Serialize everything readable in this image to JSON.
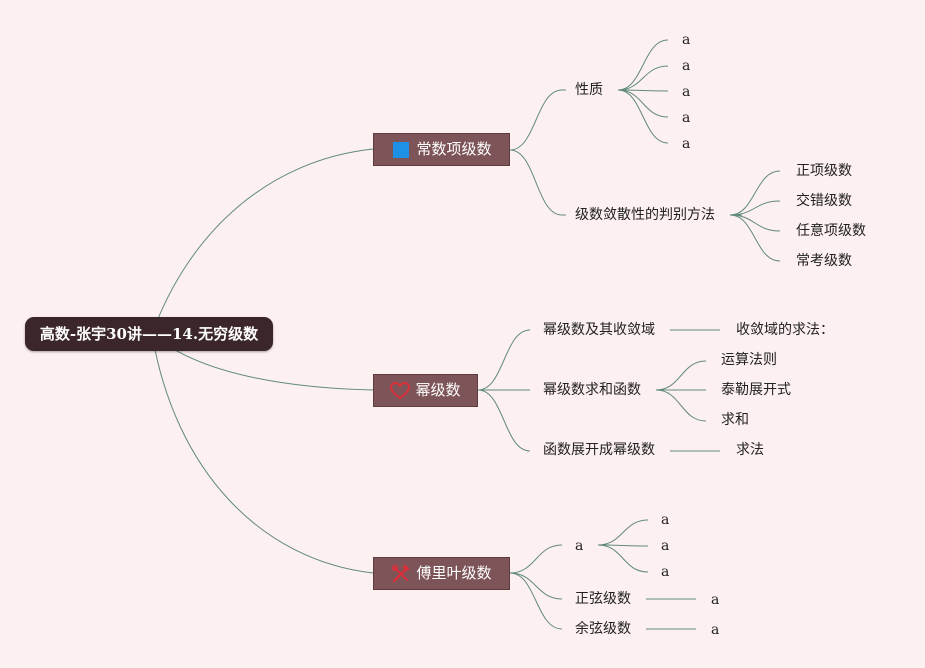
{
  "root": {
    "label": "高数-张宇30讲——14.无穷级数"
  },
  "branches": [
    {
      "label": "常数项级数",
      "icon": "blue-square-icon",
      "children": [
        {
          "label": "性质",
          "children": [
            "a",
            "a",
            "a",
            "a",
            "a"
          ]
        },
        {
          "label": "级数敛散性的判别方法",
          "children": [
            "正项级数",
            "交错级数",
            "任意项级数",
            "常考级数"
          ]
        }
      ]
    },
    {
      "label": "幂级数",
      "icon": "heart-outline-icon",
      "children": [
        {
          "label": "幂级数及其收敛域",
          "children": [
            "收敛域的求法："
          ]
        },
        {
          "label": "幂级数求和函数",
          "children": [
            "运算法则",
            "泰勒展开式",
            "求和"
          ]
        },
        {
          "label": "函数展开成幂级数",
          "children": [
            "求法"
          ]
        }
      ]
    },
    {
      "label": "傅里叶级数",
      "icon": "tools-icon",
      "children": [
        {
          "label": "a",
          "children": [
            "a",
            "a",
            "a"
          ]
        },
        {
          "label": "正弦级数",
          "children": [
            "a"
          ]
        },
        {
          "label": "余弦级数",
          "children": [
            "a"
          ]
        }
      ]
    }
  ],
  "colors": {
    "background": "#fdf0f0",
    "root_fill": "#3b2629",
    "branch_fill": "#7d5558",
    "connector": "#5f8a7a",
    "icon_blue": "#1e90e6",
    "icon_red": "#d9303c"
  }
}
